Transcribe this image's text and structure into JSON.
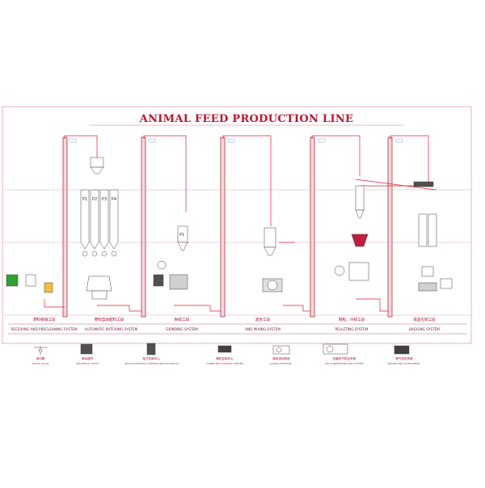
{
  "title": "ANIMAL FEED PRODUCTION LINE",
  "colors": {
    "frame": "#e8a0a8",
    "pipe": "#e02030",
    "column": "#b03040",
    "title": "#c0142e",
    "equipment": "#404040",
    "tag": "#3070c0"
  },
  "silo_labels": [
    "P1",
    "P2",
    "P3",
    "P4"
  ],
  "grinder_label": "P1",
  "sections": [
    {
      "cn": "原料接收工段",
      "en": "RECEIVING AND PRECLEANING SYSTEM"
    },
    {
      "cn": "原料自动配料工段",
      "en": "AUTOMATIC BATCHING SYSTEM"
    },
    {
      "cn": "粉碎工段",
      "en": "GRINDING SYSTEM"
    },
    {
      "cn": "混合工段",
      "en": "AND MIXING SYSTEM"
    },
    {
      "cn": "制粒、冷却工段",
      "en": "PELLETING SYSTEM"
    },
    {
      "cn": "成品包装工段",
      "en": "BAGGING SYSTEM"
    }
  ],
  "legend": [
    {
      "cn": "地中衡",
      "en": "TRUCK SCALE",
      "icon": "scale-icon"
    },
    {
      "cn": "电动葫芦",
      "en": "ELECTRICAL HOIST",
      "icon": "hoist-icon"
    },
    {
      "cn": "电力控制中心",
      "en": "MOTOR CONTROL CENTER AND ELECTRICAL",
      "icon": "control-cabinet-icon"
    },
    {
      "cn": "微机控制中心",
      "en": "COMPUTER CONTROL CENTER",
      "icon": "computer-icon"
    },
    {
      "cn": "液体添加系统",
      "en": "LIQUID ADDITION",
      "icon": "liquid-system-icon"
    },
    {
      "cn": "压缩空气供应系统",
      "en": "AIR COMPRESSOR AND SYSTEM",
      "icon": "air-compressor-icon"
    },
    {
      "cn": "燃气供应系统",
      "en": "BOILER AND ACCESSORIES",
      "icon": "boiler-icon"
    }
  ]
}
